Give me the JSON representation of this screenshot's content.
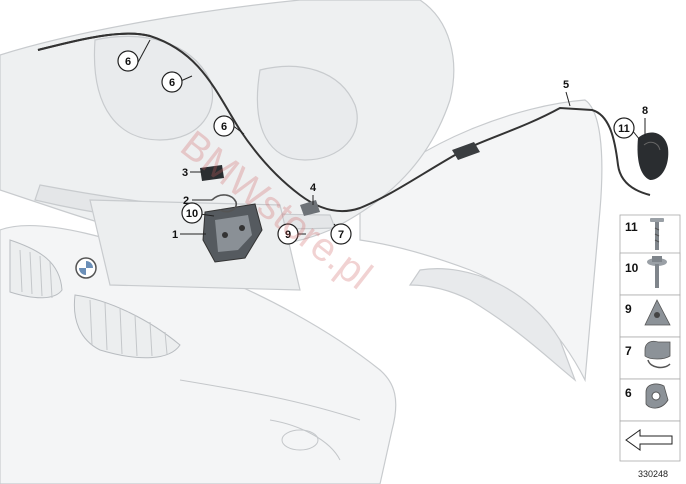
{
  "callouts": {
    "c1": "1",
    "c2": "2",
    "c3": "3",
    "c4": "4",
    "c5": "5",
    "c6a": "6",
    "c6b": "6",
    "c6c": "6",
    "c7": "7",
    "c8": "8",
    "c9": "9",
    "c10": "10",
    "c11": "11"
  },
  "legend": {
    "items": [
      "11",
      "10",
      "9",
      "7",
      "6"
    ]
  },
  "watermark": "BMWstore.pl",
  "diagram_id": "330248"
}
